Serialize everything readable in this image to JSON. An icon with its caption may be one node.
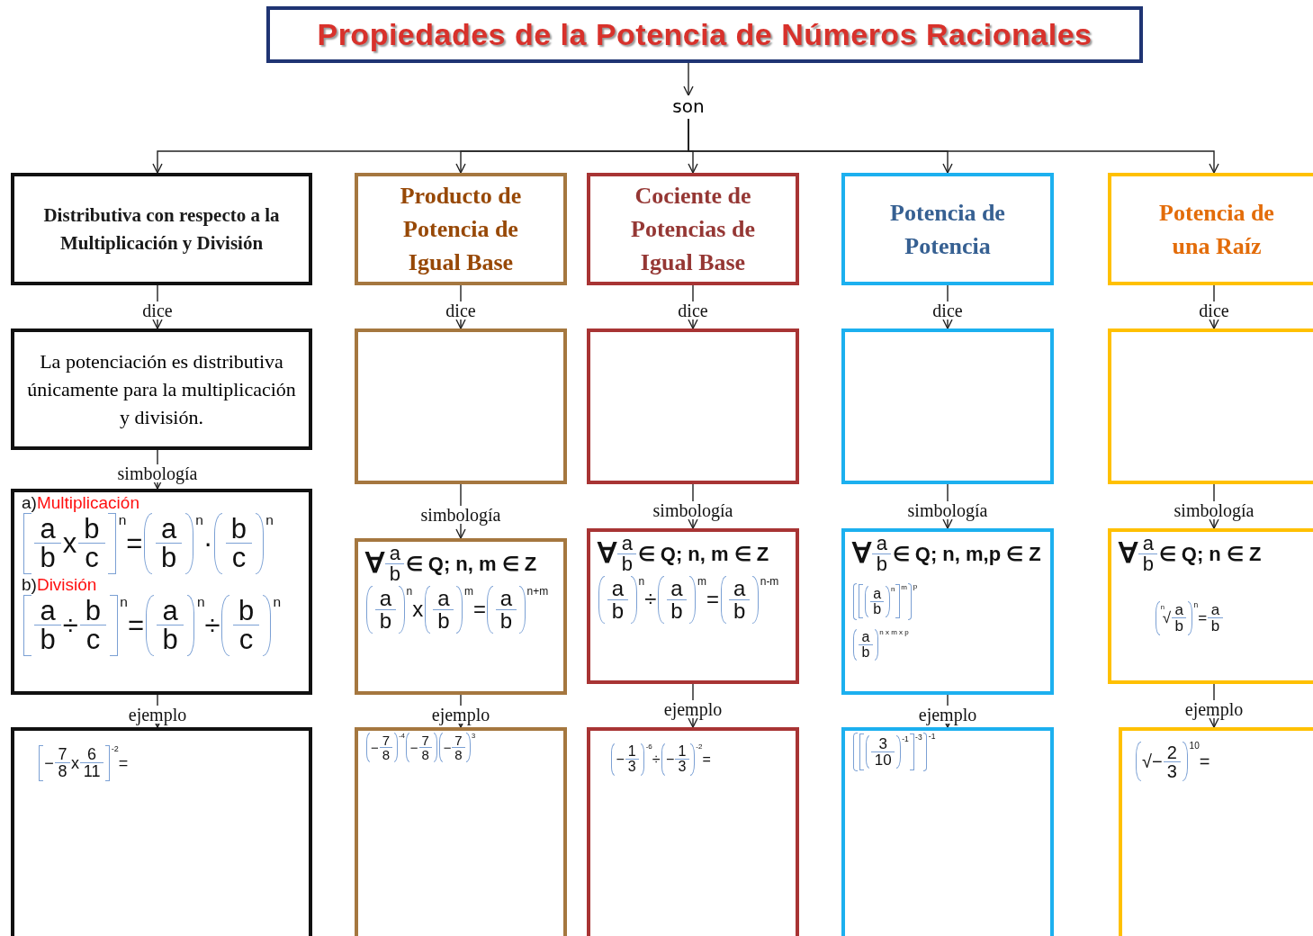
{
  "diagram": {
    "nodes": [
      {
        "text": [
          "Propiedades de la Potencia de Números Racionales"
        ]
      },
      {
        "text": [
          "son"
        ]
      },
      {
        "text": [
          "Distributiva con respecto a la Multiplicación y División"
        ]
      },
      {
        "text": [
          "Producto de Potencia de Igual Base"
        ]
      },
      {
        "text": [
          "Cociente de Potencias de Igual Base"
        ]
      },
      {
        "text": [
          "Potencia de Potencia"
        ]
      },
      {
        "text": [
          "Potencia de una Raíz"
        ]
      },
      {
        "text": [
          "La potenciación es distributiva únicamente para la multiplicación y división."
        ]
      },
      {
        "text": [],
        "shape": "box"
      },
      {
        "text": [],
        "shape": "box"
      },
      {
        "text": [],
        "shape": "box"
      },
      {
        "text": [],
        "shape": "box"
      },
      {
        "text": [
          "a)",
          "Multiplicación",
          "a",
          "b",
          "x",
          "b",
          "c",
          "n",
          "=",
          "a",
          "b",
          "n",
          "·",
          "b",
          "c",
          "n",
          "b)",
          "División",
          "a",
          "b",
          "÷",
          "b",
          "c",
          "n",
          "=",
          "a",
          "b",
          "n",
          "÷",
          "b",
          "c",
          "n"
        ]
      },
      {
        "text": [
          "∀",
          "a",
          "b",
          "∈ Q; n, m ∈ Z",
          "a",
          "b",
          "n",
          "x",
          "a",
          "b",
          "m",
          "=",
          "a",
          "b",
          "n+m"
        ]
      },
      {
        "text": [
          "∀",
          "a",
          "b",
          "∈ Q; n, m ∈ Z",
          "a",
          "b",
          "n",
          "÷",
          "a",
          "b",
          "m",
          "=",
          "a",
          "b",
          "n-m"
        ]
      },
      {
        "text": [
          "∀",
          "a",
          "b",
          "∈ Q; n, m,p ∈ Z",
          "a",
          "b",
          "n",
          "m",
          "p",
          "a",
          "b",
          "n x m x p"
        ]
      },
      {
        "text": [
          "∀",
          "a",
          "b",
          "∈ Q; n ∈ Z",
          "n",
          "√",
          "a",
          "b",
          "n",
          "=",
          "a",
          "b"
        ]
      },
      {
        "text": [
          "−",
          "7",
          "8",
          "x",
          "6",
          "11",
          "-2",
          "="
        ]
      },
      {
        "text": [
          "−",
          "7",
          "8",
          "-4",
          "−",
          "7",
          "8",
          "−",
          "7",
          "8",
          "3"
        ]
      },
      {
        "text": [
          "−",
          "1",
          "3",
          "-6",
          "÷",
          "−",
          "1",
          "3",
          "-2",
          "="
        ]
      },
      {
        "text": [
          "3",
          "10",
          "-1",
          "-3",
          "-1"
        ]
      },
      {
        "text": [
          "√",
          "−",
          "2",
          "3",
          "10",
          "="
        ]
      }
    ],
    "edges": [
      {
        "from": 0,
        "to": 1,
        "arrow": "to"
      },
      {
        "from": 1,
        "to": 2,
        "arrow": "to"
      },
      {
        "from": 1,
        "to": 3,
        "arrow": "to"
      },
      {
        "from": 1,
        "to": 4,
        "arrow": "to"
      },
      {
        "from": 1,
        "to": 5,
        "arrow": "to"
      },
      {
        "from": 1,
        "to": 6,
        "arrow": "to"
      },
      {
        "from": 2,
        "to": 7,
        "arrow": "to",
        "label": "dice"
      },
      {
        "from": 3,
        "to": 8,
        "arrow": "to",
        "label": "dice"
      },
      {
        "from": 4,
        "to": 9,
        "arrow": "to",
        "label": "dice"
      },
      {
        "from": 5,
        "to": 10,
        "arrow": "to",
        "label": "dice"
      },
      {
        "from": 6,
        "to": 11,
        "arrow": "to",
        "label": "dice"
      },
      {
        "from": 7,
        "to": 12,
        "arrow": "to",
        "label": "simbología"
      },
      {
        "from": 8,
        "to": 13,
        "arrow": "to",
        "label": "simbología"
      },
      {
        "from": 9,
        "to": 14,
        "arrow": "to",
        "label": "simbología"
      },
      {
        "from": 10,
        "to": 15,
        "arrow": "to",
        "label": "simbología"
      },
      {
        "from": 11,
        "to": 16,
        "arrow": "to",
        "label": "simbología"
      },
      {
        "from": 12,
        "to": 17,
        "arrow": "to",
        "label": "ejemplo"
      },
      {
        "from": 13,
        "to": 18,
        "arrow": "to",
        "label": "ejemplo"
      },
      {
        "from": 14,
        "to": 19,
        "arrow": "to",
        "label": "ejemplo"
      },
      {
        "from": 15,
        "to": 20,
        "arrow": "to",
        "label": "ejemplo"
      },
      {
        "from": 16,
        "to": 21,
        "arrow": "to",
        "label": "ejemplo"
      }
    ]
  }
}
